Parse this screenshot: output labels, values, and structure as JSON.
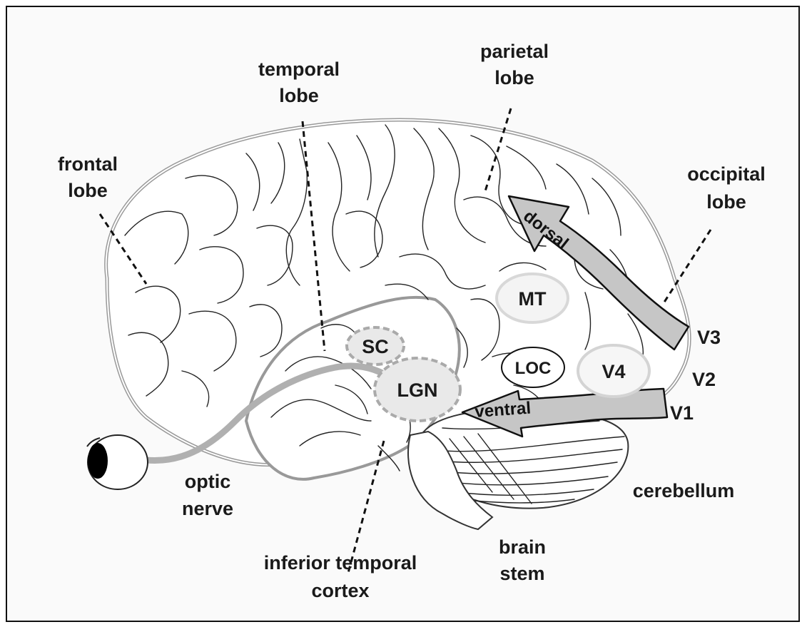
{
  "labels": {
    "frontal": [
      "frontal",
      "lobe"
    ],
    "temporal": [
      "temporal",
      "lobe"
    ],
    "parietal": [
      "parietal",
      "lobe"
    ],
    "occipital": [
      "occipital",
      "lobe"
    ],
    "optic": [
      "optic",
      "nerve"
    ],
    "inferior": [
      "inferior temporal",
      "cortex"
    ],
    "brainstem": [
      "brain",
      "stem"
    ],
    "cerebellum": "cerebellum"
  },
  "regions": {
    "sc": "SC",
    "lgn": "LGN",
    "mt": "MT",
    "loc": "LOC",
    "v4": "V4",
    "v1": "V1",
    "v2": "V2",
    "v3": "V3"
  },
  "pathways": {
    "dorsal": "dorsal",
    "ventral": "ventral"
  }
}
